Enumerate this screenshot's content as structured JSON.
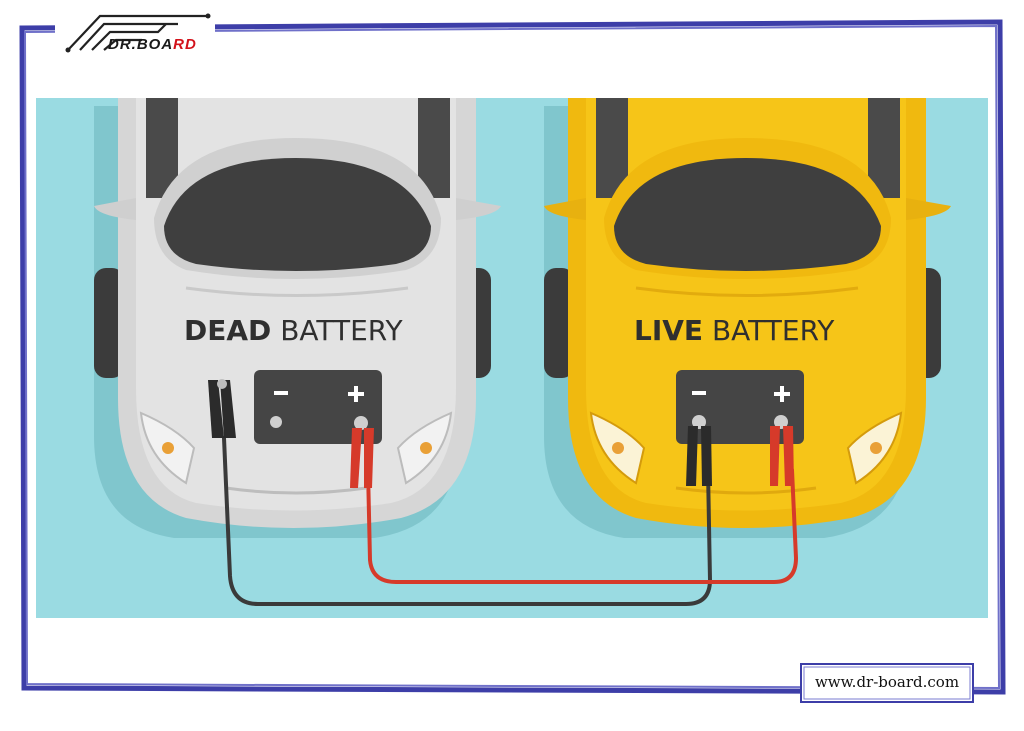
{
  "logo": {
    "text_main": "DR.BOA",
    "text_accent": "RD"
  },
  "cars": [
    {
      "label_bold": "DEAD",
      "label_rest": "BATTERY",
      "color": "#d9d9d9"
    },
    {
      "label_bold": "LIVE",
      "label_rest": "BATTERY",
      "color": "#f6c518"
    }
  ],
  "battery": {
    "minus": "−",
    "plus": "+"
  },
  "footer": {
    "url": "www.dr-board.com"
  },
  "colors": {
    "background": "#9adbe2",
    "frame": "#3d3ea8",
    "red_cable": "#d63a2a",
    "black_cable": "#3a3a3a"
  }
}
